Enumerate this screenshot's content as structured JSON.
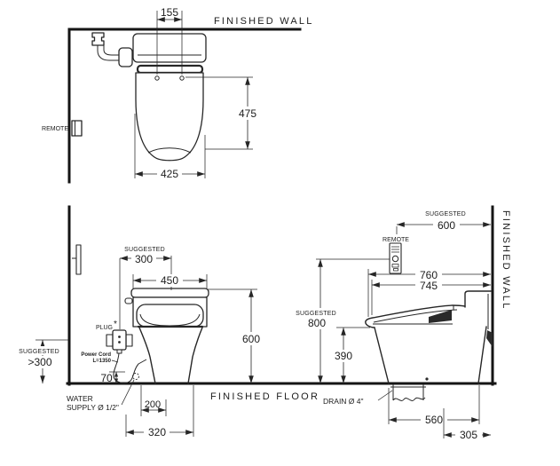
{
  "drawing": {
    "background": "#ffffff",
    "line_color": "#262626",
    "wall_color": "#151515"
  },
  "labels": {
    "finished_wall": "FINISHED WALL",
    "finished_floor": "FINISHED FLOOR",
    "suggested": "SUGGESTED",
    "remote": "REMOTE",
    "plug": "PLUG",
    "plug_asterisk": "*",
    "power_cord": "Power Cord",
    "power_cord_length": "L=1350",
    "water_supply_line1": "WATER",
    "water_supply_line2": "SUPPLY Ø 1/2\"",
    "drain": "DRAIN Ø 4\""
  },
  "plan_view": {
    "hole_spacing": "155",
    "bowl_depth": "475",
    "bowl_width": "425"
  },
  "front_view": {
    "suggested_plug_offset": "300",
    "tank_width": "450",
    "total_height": "600",
    "suggested_plug_height": ">300",
    "water_supply_height": "70",
    "water_supply_offset": "200",
    "base_width": "320"
  },
  "side_view": {
    "suggested_remote_offset": "600",
    "total_length": "760",
    "body_length": "745",
    "suggested_remote_height": "800",
    "rim_height": "390",
    "drain_span": "560",
    "drain_to_wall": "305"
  }
}
